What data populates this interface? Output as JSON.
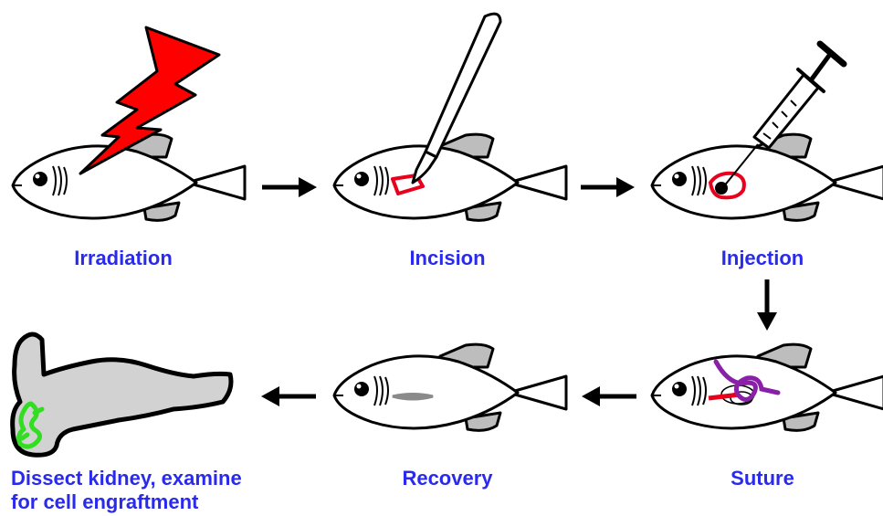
{
  "steps": [
    {
      "id": "irradiation",
      "label": "Irradiation"
    },
    {
      "id": "incision",
      "label": "Incision"
    },
    {
      "id": "injection",
      "label": "Injection"
    },
    {
      "id": "suture",
      "label": "Suture"
    },
    {
      "id": "recovery",
      "label": "Recovery"
    },
    {
      "id": "dissect",
      "label_line1": "Dissect kidney, examine",
      "label_line2": "for cell engraftment"
    }
  ],
  "colors": {
    "label": "#2a2aec",
    "lightning": "#ff0000",
    "incision": "#e8001c",
    "suture_thread": "#8a1fa8",
    "kidney": "#d2d2d2",
    "engraftment": "#33dd22",
    "fin": "#bdbdbd"
  }
}
